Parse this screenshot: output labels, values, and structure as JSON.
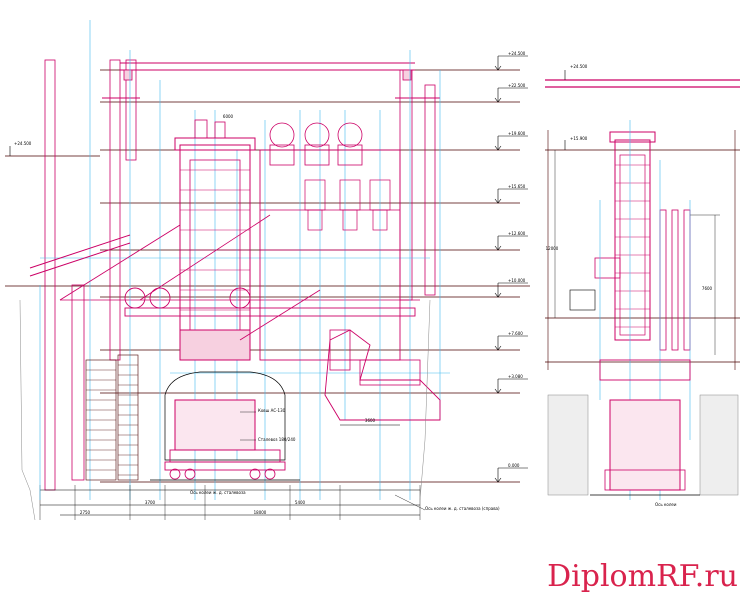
{
  "drawing": {
    "colors": {
      "magenta": "#cc0066",
      "blue": "#44bbee",
      "dark": "#4a0000",
      "black": "#000000",
      "grey": "#888888"
    },
    "elevations_left": [
      "+24.500",
      "+22.500",
      "+19.600",
      "+15.650",
      "+12.600",
      "+10.000",
      "+7.600",
      "+3.080",
      "0.000"
    ],
    "elevations_right": [
      "+24.500",
      "+15.900"
    ],
    "left_mark": "+24.500",
    "dims": {
      "d_top": "6000",
      "d_2750": "2750",
      "d_3700": "3700",
      "d_5400": "5400",
      "d_total": "18000",
      "d_mid": "3600",
      "d_right_v": "12000",
      "d_right_v2": "7600"
    },
    "labels": {
      "ladle": "Ковш АС-130",
      "car": "Сталевоз 180/240",
      "axis_note_1": "Ось колеи ж. д. сталевоза",
      "axis_note_2": "Ось колеи ж. д. сталевоза (справа)",
      "right_note": "Ось колеи"
    }
  },
  "watermark": "DiplomRF.ru"
}
